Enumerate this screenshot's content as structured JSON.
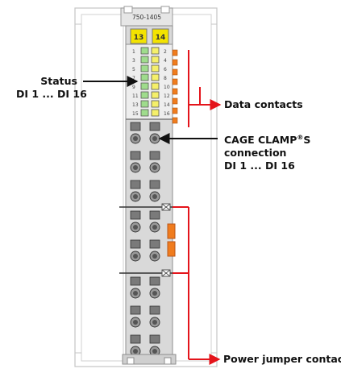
{
  "module": {
    "part_number": "750-1405",
    "top_terminals": [
      "13",
      "14"
    ],
    "led_left_numbers": [
      "1",
      "3",
      "5",
      "7",
      "9",
      "11",
      "13",
      "15"
    ],
    "led_right_numbers": [
      "2",
      "4",
      "6",
      "8",
      "10",
      "12",
      "14",
      "16"
    ]
  },
  "labels": {
    "status_line1": "Status",
    "status_line2": "DI 1 ... DI 16",
    "data_contacts": "Data contacts",
    "cage_line1_pre": "CAGE CLAMP",
    "cage_line1_sup": "®",
    "cage_line1_post": "S",
    "cage_line2": "connection",
    "cage_line3": "DI 1 ... DI 16",
    "power_jumper": "Power jumper contacts"
  },
  "colors": {
    "module_body": "#d9d9d9",
    "frame_outline": "#b8b8b8",
    "led_green": "#9fdc8c",
    "led_yellow": "#f5f06a",
    "terminal_yellow": "#f3e300",
    "orange_contact": "#f07c1e",
    "red_line": "#e4141b",
    "dark_grey": "#7a7a7a"
  }
}
